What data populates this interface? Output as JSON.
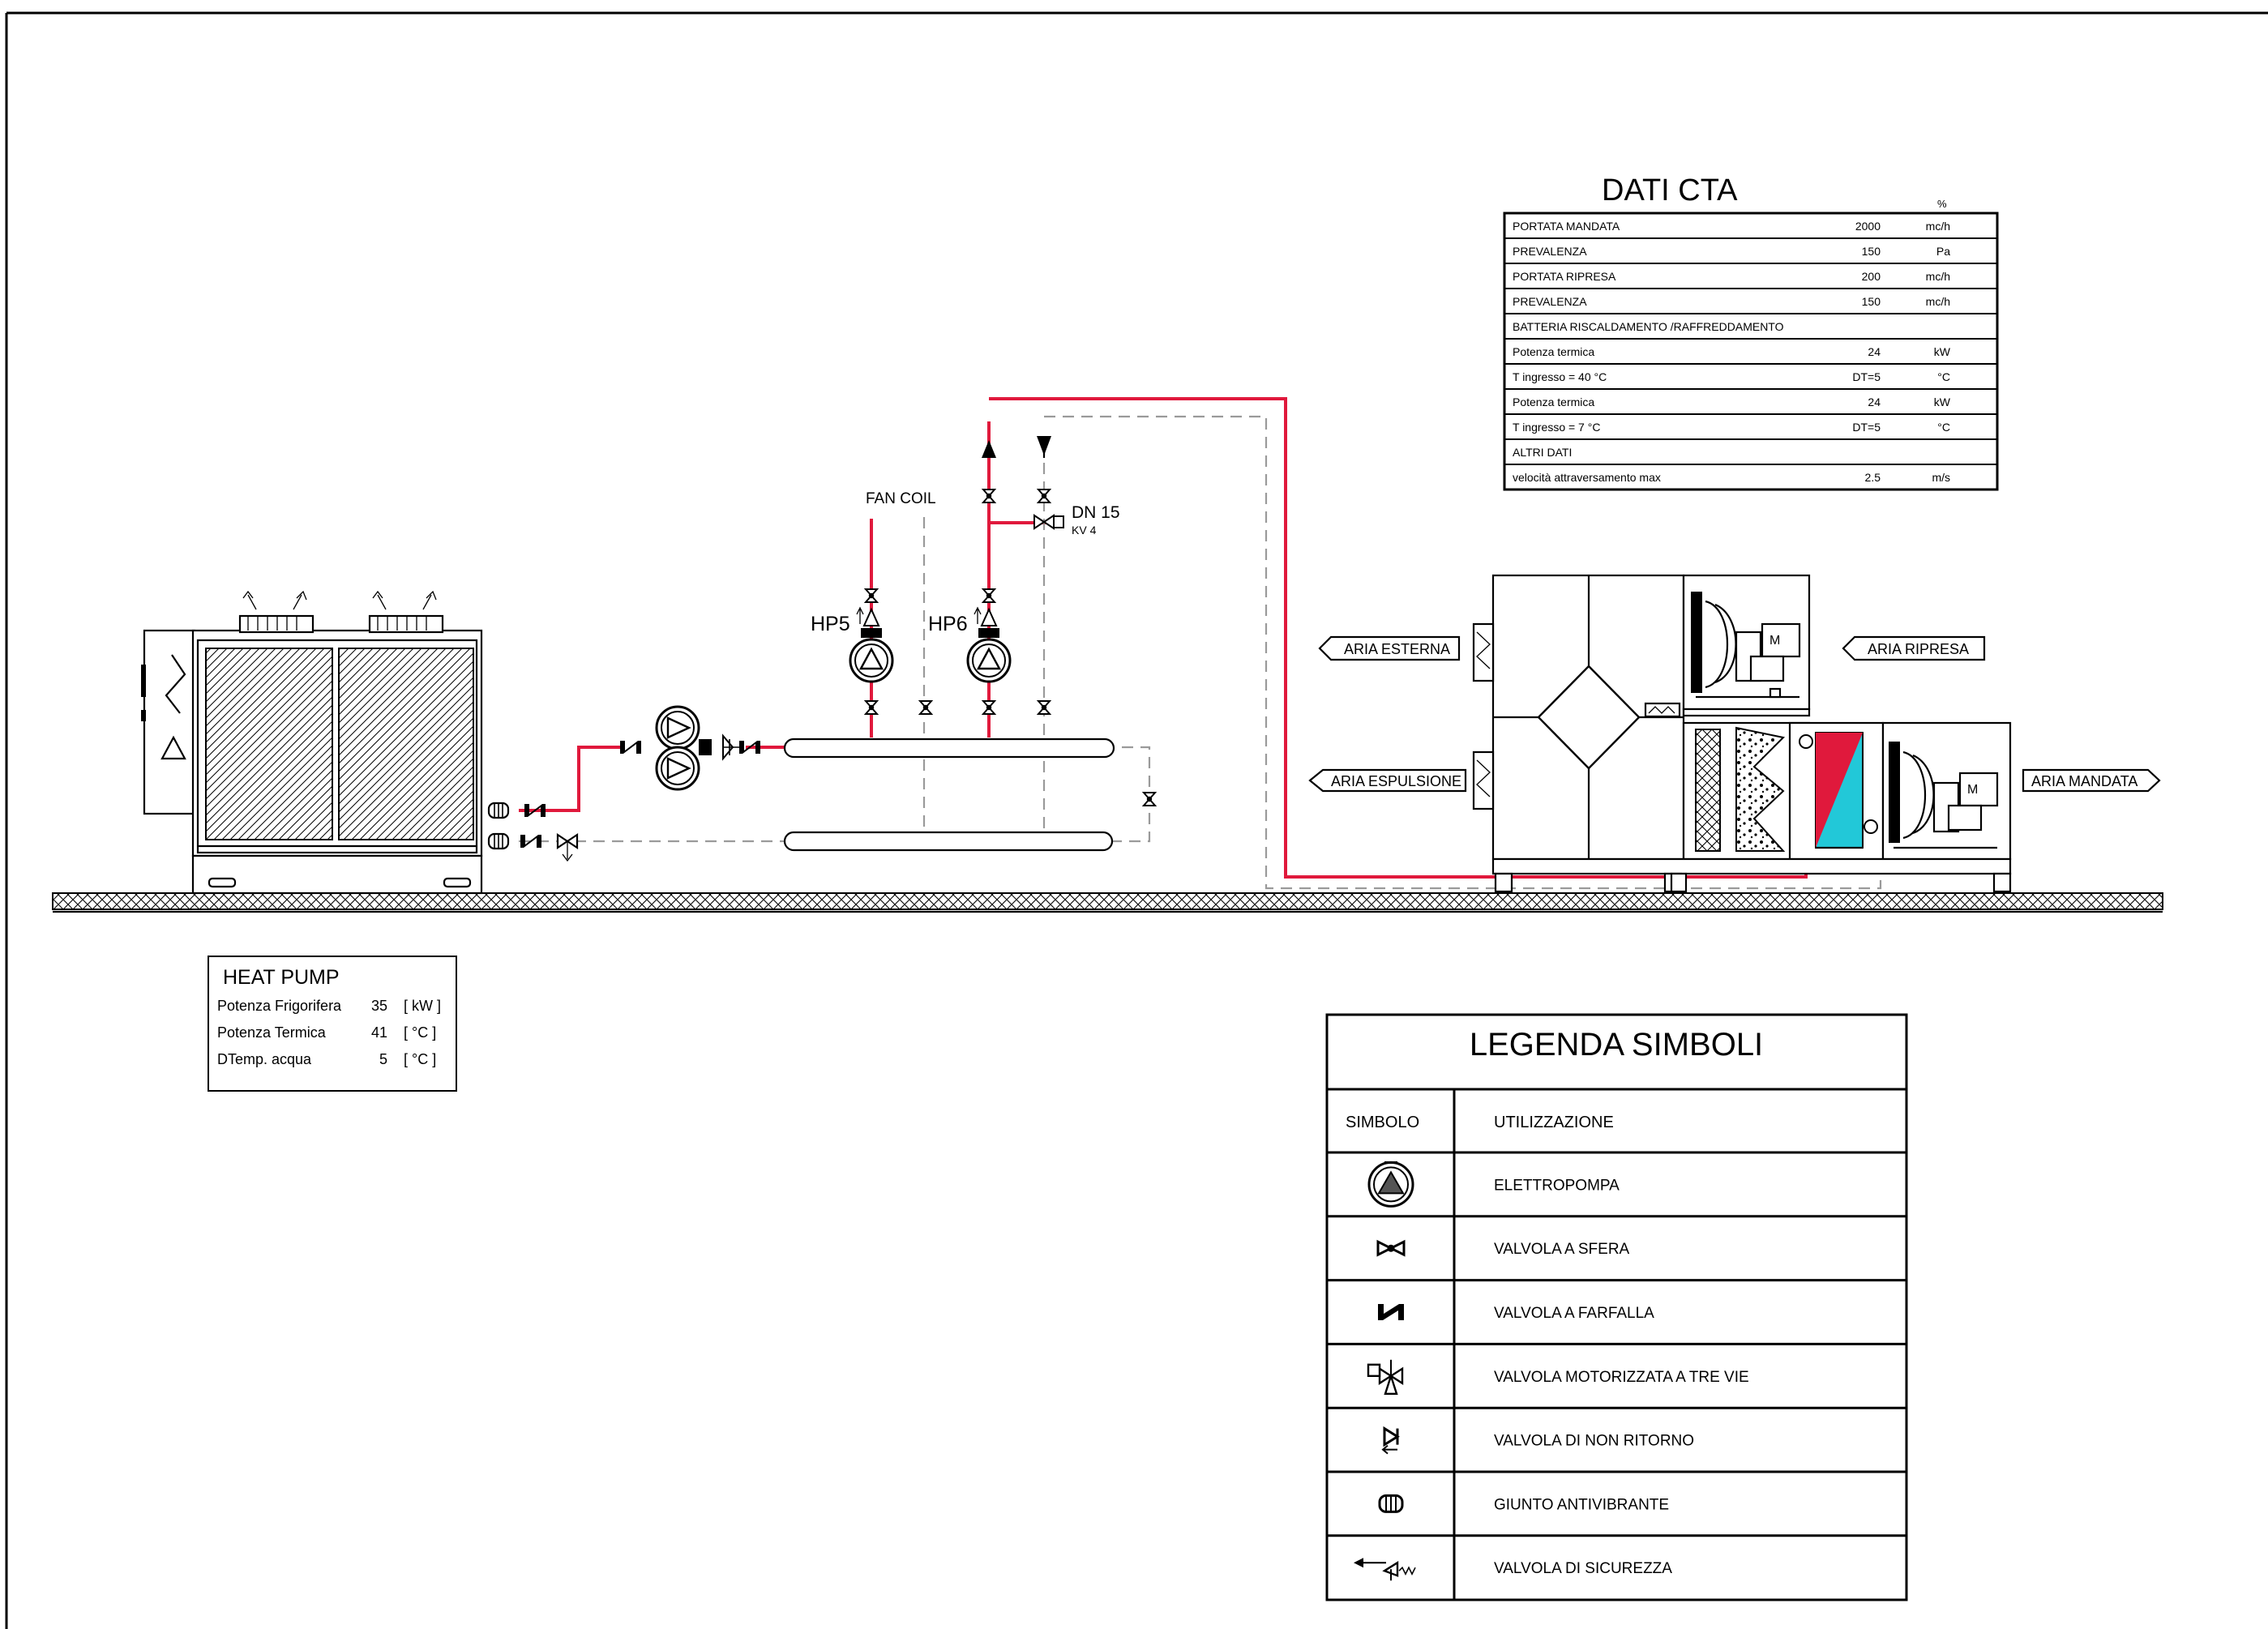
{
  "dati_cta": {
    "title": "DATI CTA",
    "unit_header": "%",
    "rows": [
      {
        "label": "PORTATA MANDATA",
        "note": "",
        "value": "2000",
        "unit": "mc/h"
      },
      {
        "label": "PREVALENZA",
        "note": "",
        "value": "150",
        "unit": "Pa"
      },
      {
        "label": "PORTATA RIPRESA",
        "note": "",
        "value": "200",
        "unit": "mc/h"
      },
      {
        "label": "PREVALENZA",
        "note": "",
        "value": "150",
        "unit": "mc/h"
      },
      {
        "label": "BATTERIA RISCALDAMENTO /RAFFREDDAMENTO",
        "note": "",
        "value": "",
        "unit": ""
      },
      {
        "label": "Potenza termica",
        "note": "",
        "value": "24",
        "unit": "kW"
      },
      {
        "label": "T ingresso = 40 °C",
        "note": "",
        "value": "DT=5",
        "unit": "°C"
      },
      {
        "label": "Potenza termica",
        "note": "",
        "value": "24",
        "unit": "kW"
      },
      {
        "label": "T ingresso = 7 °C",
        "note": "",
        "value": "DT=5",
        "unit": "°C"
      },
      {
        "label": "ALTRI DATI",
        "note": "",
        "value": "",
        "unit": ""
      },
      {
        "label": "velocità attraversamento max",
        "note": "",
        "value": "2.5",
        "unit": "m/s"
      }
    ]
  },
  "heat_pump_table": {
    "title": "HEAT PUMP",
    "rows": [
      {
        "label": "Potenza Frigorifera",
        "value": "35",
        "unit": "[ kW ]"
      },
      {
        "label": "Potenza Termica",
        "value": "41",
        "unit": "[ °C ]"
      },
      {
        "label": "DTemp. acqua",
        "value": "5",
        "unit": "[ °C ]"
      }
    ]
  },
  "legend": {
    "title": "LEGENDA SIMBOLI",
    "col_symbol": "SIMBOLO",
    "col_usage": "UTILIZZAZIONE",
    "items": [
      {
        "icon": "pump-icon",
        "label": "ELETTROPOMPA"
      },
      {
        "icon": "ball-valve-icon",
        "label": "VALVOLA A SFERA"
      },
      {
        "icon": "butterfly-valve-icon",
        "label": "VALVOLA A FARFALLA"
      },
      {
        "icon": "three-way-valve-icon",
        "label": "VALVOLA  MOTORIZZATA A TRE VIE"
      },
      {
        "icon": "check-valve-icon",
        "label": "VALVOLA DI NON RITORNO"
      },
      {
        "icon": "anti-vibration-joint-icon",
        "label": "GIUNTO ANTIVIBRANTE"
      },
      {
        "icon": "safety-valve-icon",
        "label": "VALVOLA DI SICUREZZA"
      }
    ]
  },
  "labels": {
    "fan_coil": "FAN COIL",
    "dn": "DN 15",
    "kv": "KV 4",
    "hp5": "HP5",
    "hp6": "HP6",
    "motor": "M",
    "aria_esterna": "ARIA ESTERNA",
    "aria_espulsione": "ARIA ESPULSIONE",
    "aria_ripresa": "ARIA RIPRESA",
    "aria_mandata": "ARIA MANDATA"
  },
  "colors": {
    "supply_pipe": "#e0193c",
    "return_pipe": "#9a9a9a",
    "hot_coil": "#e0193c",
    "cold_coil": "#22c8d8"
  }
}
